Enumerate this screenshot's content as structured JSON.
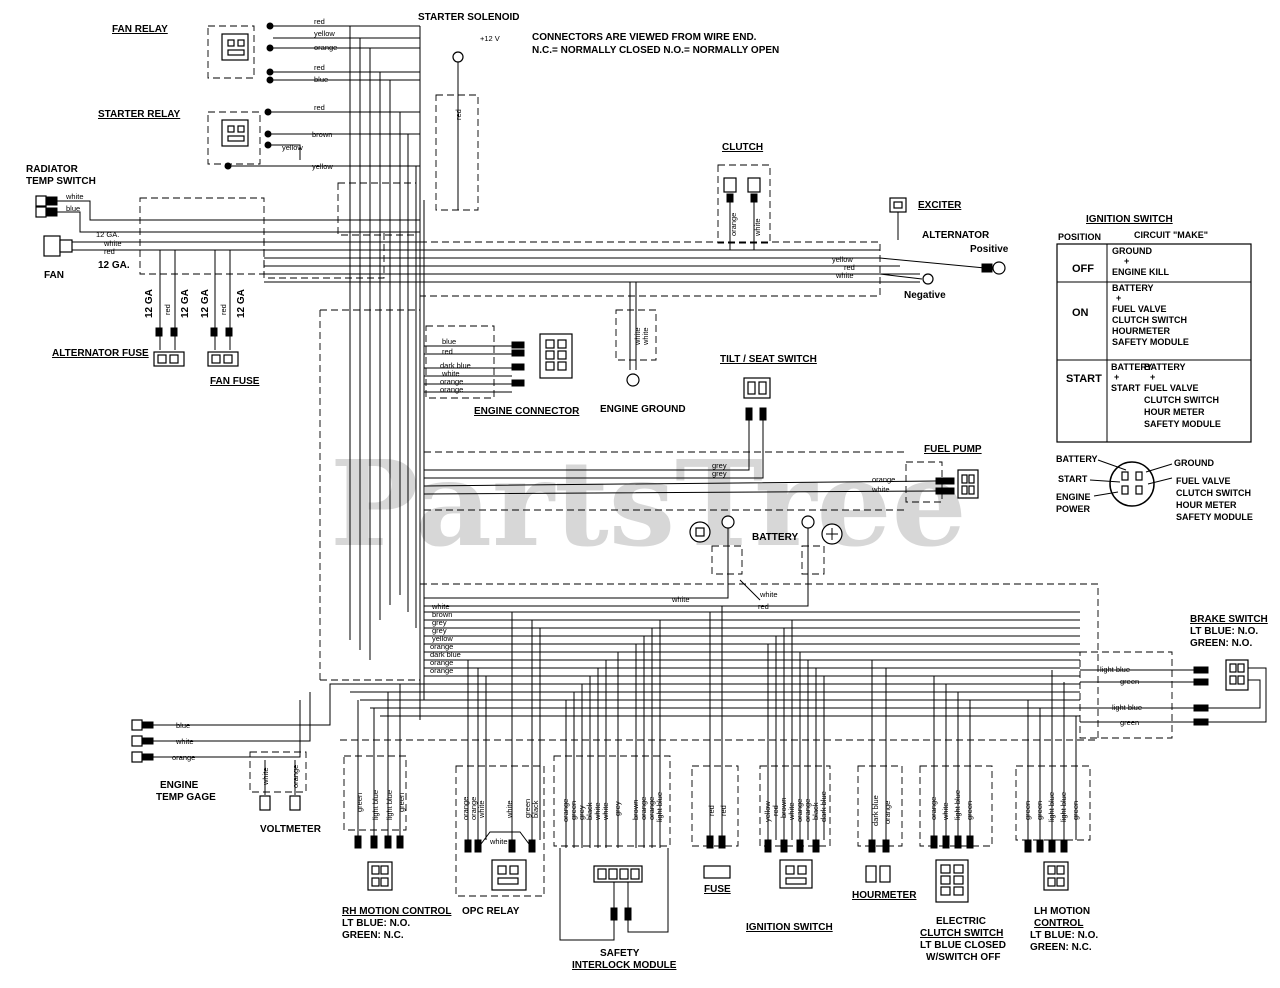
{
  "watermark": "PartsTree",
  "header": {
    "starter_solenoid": "STARTER SOLENOID",
    "plus12v": "+12 V",
    "note_line1": "CONNECTORS ARE VIEWED FROM WIRE END.",
    "note_line2": "N.C.= NORMALLY CLOSED      N.O.= NORMALLY OPEN"
  },
  "components": {
    "fan_relay": "FAN RELAY",
    "starter_relay": "STARTER RELAY",
    "radiator_temp_switch_1": "RADIATOR",
    "radiator_temp_switch_2": "TEMP SWITCH",
    "fan": "FAN",
    "alternator_fuse": "ALTERNATOR FUSE",
    "fan_fuse": "FAN FUSE",
    "clutch": "CLUTCH",
    "exciter": "EXCITER",
    "alternator": "ALTERNATOR",
    "positive": "Positive",
    "negative": "Negative",
    "engine_connector": "ENGINE CONNECTOR",
    "engine_ground": "ENGINE GROUND",
    "tilt_seat_switch": "TILT / SEAT SWITCH",
    "fuel_pump": "FUEL PUMP",
    "battery": "BATTERY",
    "brake_switch": "BRAKE SWITCH",
    "brake_no": "LT BLUE: N.O.",
    "brake_nc": "GREEN: N.O.",
    "engine_temp_gage_1": "ENGINE",
    "engine_temp_gage_2": "TEMP GAGE",
    "voltmeter": "VOLTMETER",
    "rh_motion_control": "RH MOTION CONTROL",
    "rh_no": "LT BLUE: N.O.",
    "rh_nc": "GREEN: N.C.",
    "opc_relay": "OPC RELAY",
    "safety_interlock_1": "SAFETY",
    "safety_interlock_2": "INTERLOCK MODULE",
    "fuse": "FUSE",
    "ignition_switch": "IGNITION SWITCH",
    "hourmeter": "HOURMETER",
    "electric_clutch_1": "ELECTRIC",
    "electric_clutch_2": "CLUTCH SWITCH",
    "electric_clutch_3": "LT BLUE CLOSED",
    "electric_clutch_4": "W/SWITCH OFF",
    "lh_motion_1": "LH MOTION",
    "lh_motion_2": "CONTROL",
    "lh_no": "LT BLUE: N.O.",
    "lh_nc": "GREEN: N.C."
  },
  "gauge": {
    "g12_1": "12 GA.",
    "g12_2": "12 GA.",
    "g12": "12 GA"
  },
  "wires": {
    "red": "red",
    "yellow": "yellow",
    "orange": "orange",
    "blue": "blue",
    "brown": "brown",
    "white": "white",
    "grey": "grey",
    "green": "green",
    "black": "black",
    "light_blue": "light blue",
    "dark_blue": "dark blue",
    "dark_blue2": "dark blue"
  },
  "ignition_table": {
    "title": "IGNITION SWITCH",
    "col_position": "POSITION",
    "col_circuit": "CIRCUIT \"MAKE\"",
    "rows": [
      {
        "position": "OFF",
        "lines": [
          "GROUND",
          "+",
          "ENGINE KILL"
        ]
      },
      {
        "position": "ON",
        "lines": [
          "BATTERY",
          "+",
          "FUEL VALVE",
          "CLUTCH SWITCH",
          "HOURMETER",
          "SAFETY MODULE"
        ]
      },
      {
        "position": "START",
        "left": [
          "BATTERY",
          "+",
          "START"
        ],
        "right": [
          "BATTERY",
          "+",
          "FUEL VALVE",
          "CLUTCH SWITCH",
          "HOUR METER",
          "SAFETY MODULE"
        ]
      }
    ]
  },
  "ignition_symbol": {
    "battery": "BATTERY",
    "start": "START",
    "engine_1": "ENGINE",
    "engine_2": "POWER",
    "ground": "GROUND",
    "fuel_valve": "FUEL VALVE",
    "clutch_switch": "CLUTCH SWITCH",
    "hour_meter": "HOUR METER",
    "safety_module": "SAFETY MODULE"
  }
}
